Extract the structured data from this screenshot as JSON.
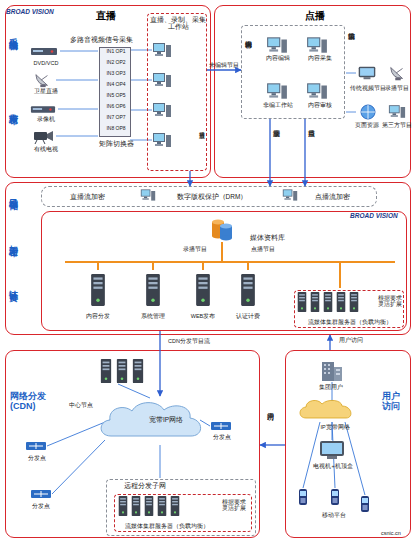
{
  "diagram": {
    "nodes": [
      {
        "text": [
          "直播",
          "采集编辑",
          "审核发布"
        ]
      },
      {
        "text": [
          "IN1 OP1",
          "IN2 OP2",
          "IN3 OP3",
          "IN4 OP4",
          "IN5 OP5",
          "IN6 OP6",
          "IN7 OP7",
          "IN8 OP8",
          "矩阵切换器"
        ],
        "in": 0
      },
      {
        "text": [
          "直播、录制、采集工作站"
        ],
        "in": 0
      },
      {
        "text": [
          "点播"
        ]
      },
      {
        "text": [
          "内容编辑平台"
        ],
        "in": 3
      },
      {
        "text": [
          "编目存储",
          "加密发布",
          "认证计费"
        ]
      },
      {
        "text": [
          "直播流加密",
          "数字版权保护（DRM）",
          "点播流加密"
        ],
        "in": 5
      },
      {
        "text": [
          "媒体资料库"
        ],
        "in": 5
      },
      {
        "text": [
          "流媒体集群服务器（负载均衡）",
          "根据要求 灵活扩展"
        ],
        "in": 7
      },
      {
        "text": [
          "网络分发 (CDN)"
        ]
      },
      {
        "text": [
          "宽带IP网络"
        ],
        "in": 9
      },
      {
        "text": [
          "远程分发子网"
        ],
        "in": 9
      },
      {
        "text": [
          "流媒体集群服务器（负载均衡）",
          "根据要求 灵活扩展"
        ],
        "in": 11
      },
      {
        "text": [
          "用户访问"
        ]
      }
    ],
    "edges": [
      {
        "from": 2,
        "to": 4,
        "label": "未编辑节目",
        "arrow": "to"
      },
      {
        "from": 2,
        "to": 6,
        "label": "直播节目",
        "arrow": "to"
      },
      {
        "from": 4,
        "to": 6,
        "label": "直播录制",
        "arrow": "to"
      },
      {
        "from": 4,
        "to": 6,
        "label": "点播节目",
        "arrow": "to"
      },
      {
        "from": 7,
        "to": 10,
        "label": "CDN分发节目流",
        "arrow": "to"
      },
      {
        "from": 13,
        "to": 5,
        "label": "用户访问",
        "arrow": "to"
      },
      {
        "from": 13,
        "to": 9,
        "label": "用户访问",
        "arrow": "to"
      }
    ],
    "labels": [
      "BROAD VISION",
      "多路音视频信号采集",
      "DVD/VCD",
      "卫星直播",
      "录像机",
      "有线电视",
      "内容编辑",
      "内容采集",
      "非编工作站",
      "内容审核",
      "未编辑节目",
      "传统视频节目",
      "录播节目",
      "页面资源",
      "第三方节目",
      "BROAD VISION",
      "录播节目",
      "点播节目",
      "内容分发",
      "系统管理",
      "WEB发布",
      "认证计费",
      "中心节点",
      "分发点",
      "分发点",
      "分发点",
      "集团用户",
      "IP宽带网络",
      "电视机+机顶盒",
      "移动平台",
      "csnic.cn"
    ]
  }
}
